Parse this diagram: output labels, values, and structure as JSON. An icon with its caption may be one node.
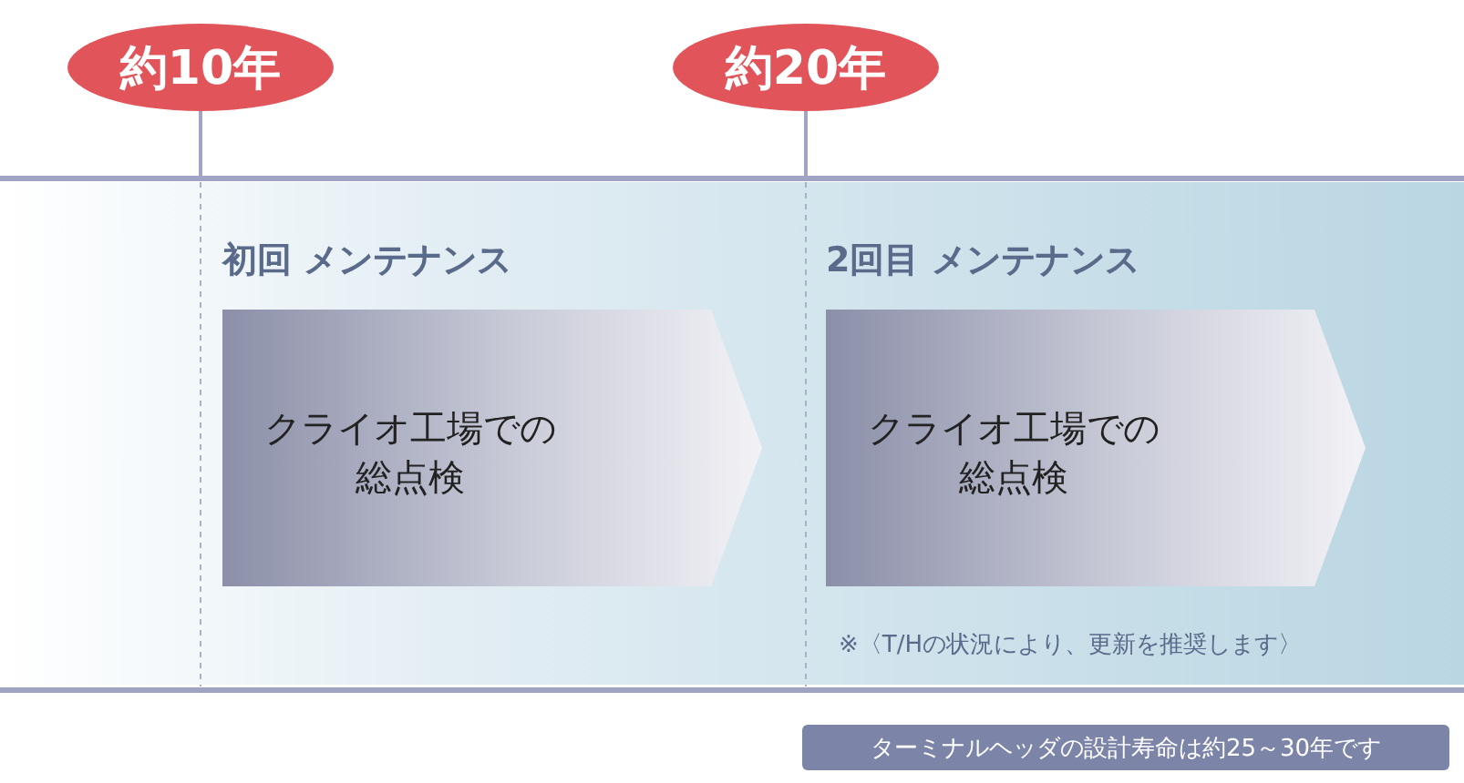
{
  "diagram": {
    "nodes": [
      {
        "text": [
          "約10年"
        ]
      },
      {
        "text": [
          "約20年"
        ]
      },
      {
        "text": [
          "初回 メンテナンス",
          "クライオ工場での総点検"
        ]
      },
      {
        "text": [
          "2回目 メンテナンス",
          "クライオ工場での総点検"
        ]
      },
      {
        "text": [
          "ターミナルヘッダの設計寿命は約25～30年です"
        ]
      }
    ],
    "labels": [
      "※〈T/Hの状況により、更新を推奨します〉"
    ]
  }
}
